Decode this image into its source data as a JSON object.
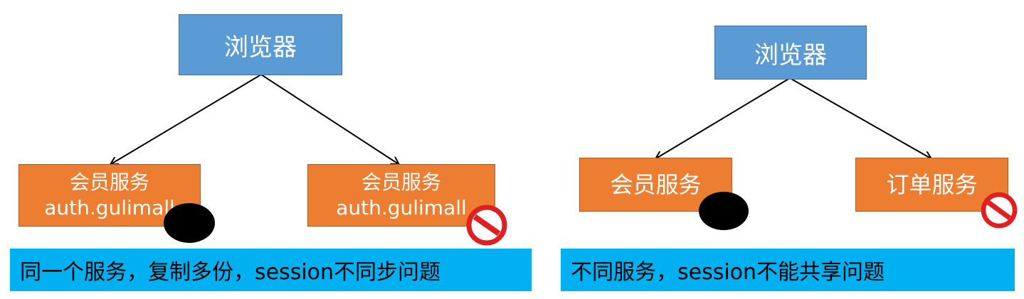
{
  "left": {
    "browser": "浏览器",
    "service_a": {
      "name": "会员服务",
      "domain": "auth.gulimall"
    },
    "service_b": {
      "name": "会员服务",
      "domain": "auth.gulimall"
    },
    "caption": "同一个服务，复制多份，session不同步问题"
  },
  "right": {
    "browser": "浏览器",
    "service_a": {
      "name": "会员服务"
    },
    "service_b": {
      "name": "订单服务"
    },
    "caption": "不同服务，session不能共享问题"
  },
  "icons": {
    "session": "session-dot-icon",
    "forbidden": "no-entry-icon"
  },
  "colors": {
    "browser": "#5b9bd5",
    "service": "#ed7d31",
    "banner": "#00b0f0",
    "forbidden": "#e02020"
  }
}
